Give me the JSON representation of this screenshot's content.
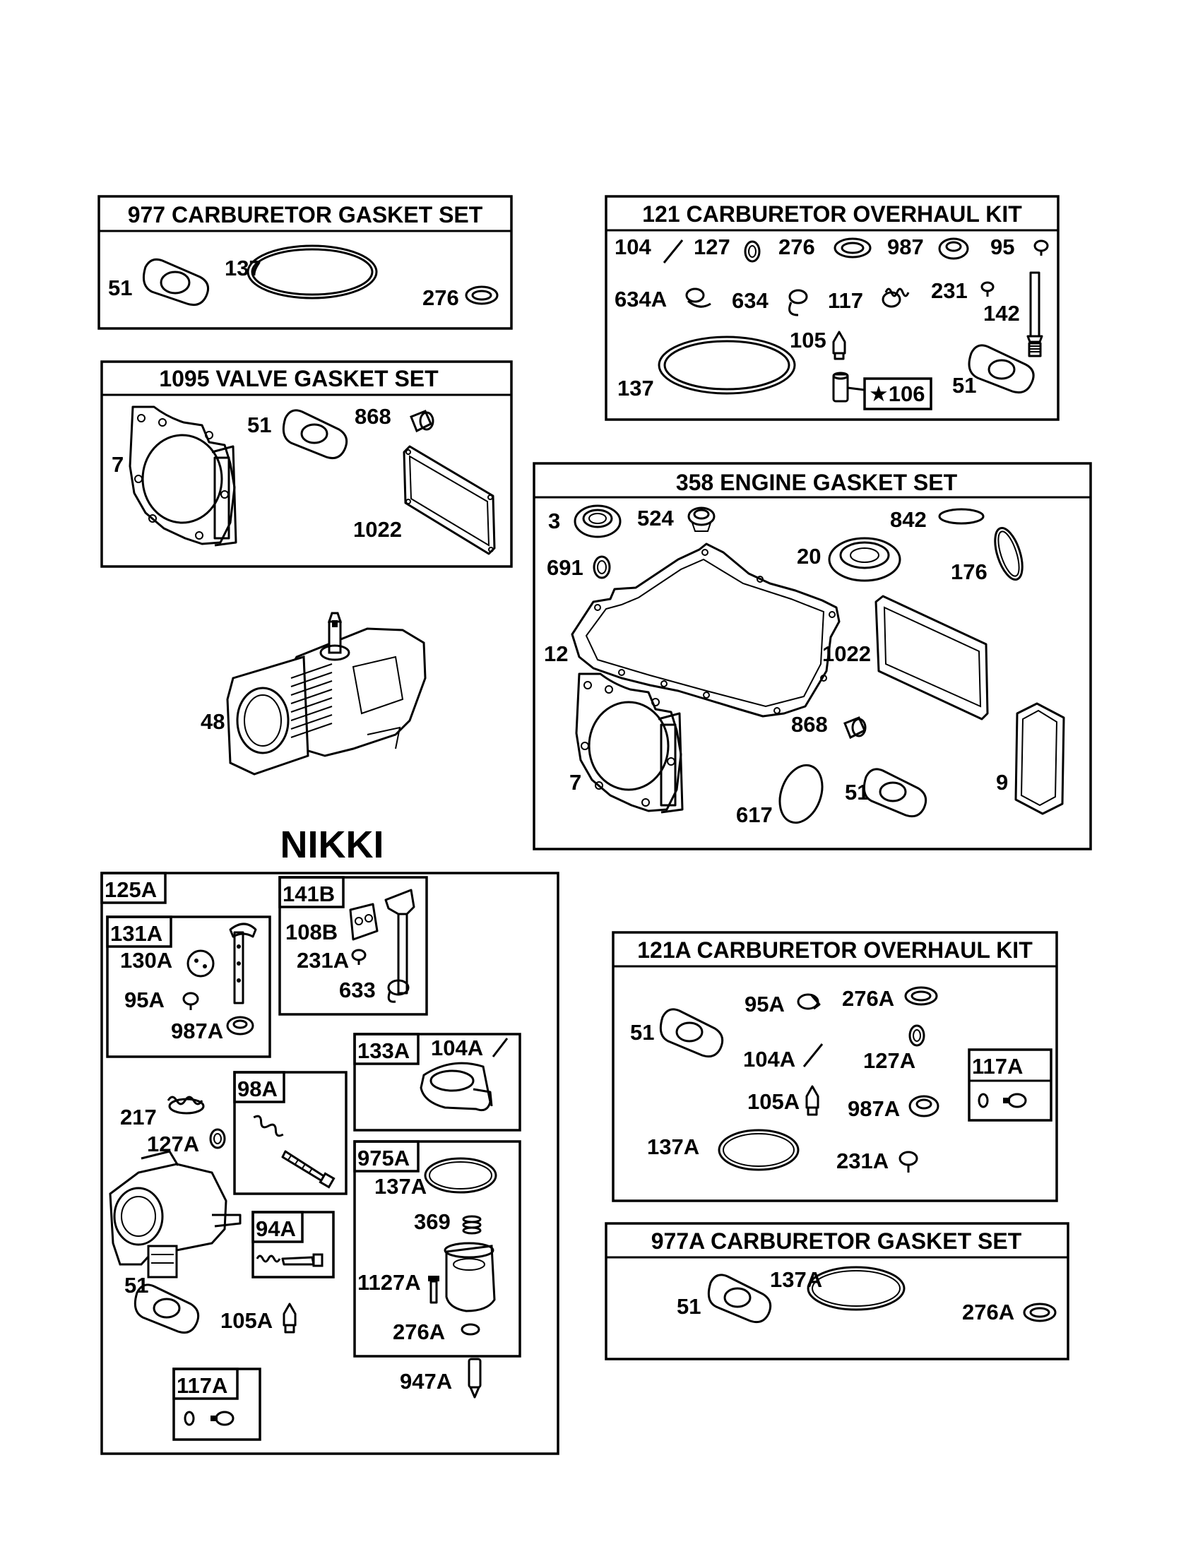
{
  "sets": {
    "s977": {
      "title": "977 CARBURETOR GASKET SET",
      "labels": [
        "51",
        "137",
        "276"
      ]
    },
    "s121": {
      "title": "121 CARBURETOR OVERHAUL KIT",
      "labels": [
        "104",
        "127",
        "276",
        "987",
        "95",
        "634A",
        "634",
        "117",
        "231",
        "142",
        "105",
        "137",
        "★106",
        "51"
      ]
    },
    "s1095": {
      "title": "1095 VALVE GASKET SET",
      "labels": [
        "7",
        "51",
        "868",
        "1022"
      ]
    },
    "s358": {
      "title": "358 ENGINE GASKET SET",
      "labels": [
        "3",
        "524",
        "842",
        "691",
        "20",
        "176",
        "12",
        "1022",
        "868",
        "7",
        "617",
        "51",
        "9"
      ]
    },
    "engine": {
      "labels": [
        "48"
      ]
    },
    "nikki": {
      "heading": "NIKKI",
      "labels": [
        "125A",
        "131A",
        "130A",
        "95A",
        "987A",
        "141B",
        "108B",
        "231A",
        "633",
        "133A",
        "104A",
        "98A",
        "217",
        "127A",
        "975A",
        "137A",
        "369",
        "1127A",
        "276A",
        "94A",
        "51",
        "105A",
        "117A",
        "947A"
      ]
    },
    "s121A": {
      "title": "121A CARBURETOR OVERHAUL KIT",
      "labels": [
        "95A",
        "276A",
        "51",
        "104A",
        "127A",
        "117A",
        "105A",
        "987A",
        "137A",
        "231A"
      ]
    },
    "s977A": {
      "title": "977A CARBURETOR GASKET SET",
      "labels": [
        "51",
        "137A",
        "276A"
      ]
    }
  }
}
